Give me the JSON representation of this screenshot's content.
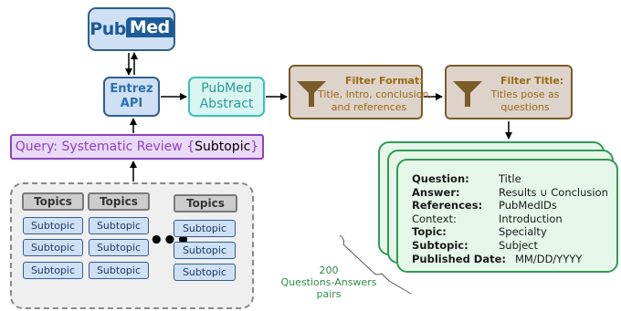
{
  "pubmed_logo": {
    "text_pub": "Pub",
    "text_med": "Med"
  },
  "entrez": {
    "line1": "Entrez",
    "line2": "API"
  },
  "abstract": {
    "line1": "PubMed",
    "line2": "Abstract"
  },
  "filter_format": {
    "title": "Filter Format:",
    "line1": "Title, Intro, conclusion,",
    "line2": "and references"
  },
  "filter_title": {
    "title": "Filter Title:",
    "line1": "Titles pose as",
    "line2": "questions"
  },
  "query": {
    "prefix": "Query: Systematic Review ",
    "open": "{",
    "subtopic": "Subtopic",
    "close": "}"
  },
  "topics": {
    "label": "Topics",
    "subtopic_label": "Subtopic",
    "ellipsis": "•••"
  },
  "qa_card": {
    "rows": [
      {
        "field": "Question:",
        "value": "Title",
        "bold": true
      },
      {
        "field": "Answer:",
        "value": "Results ∪ Conclusion",
        "bold": true
      },
      {
        "field": "References:",
        "value": "PubMedIDs",
        "bold": true
      },
      {
        "field": "Context:",
        "value": "Introduction",
        "bold": false
      },
      {
        "field": "Topic:",
        "value": "Specialty",
        "bold": true
      },
      {
        "field": "Subtopic:",
        "value": "Subject",
        "bold": true
      },
      {
        "field": "Published Date:",
        "value": "MM/DD/YYYY",
        "bold": true
      }
    ]
  },
  "pairs_label": {
    "line1": "200",
    "line2": "Questions-Answers",
    "line3": "pairs"
  },
  "colors": {
    "blue_fill": "#cfe0f4",
    "blue_border": "#2f5f8f",
    "teal_border": "#39c2b4",
    "filter_fill": "#ddd3ca",
    "filter_border": "#7a5c28",
    "purple": "#8a44bf",
    "green_fill": "#e6f7ea",
    "green_border": "#2f9b54"
  }
}
